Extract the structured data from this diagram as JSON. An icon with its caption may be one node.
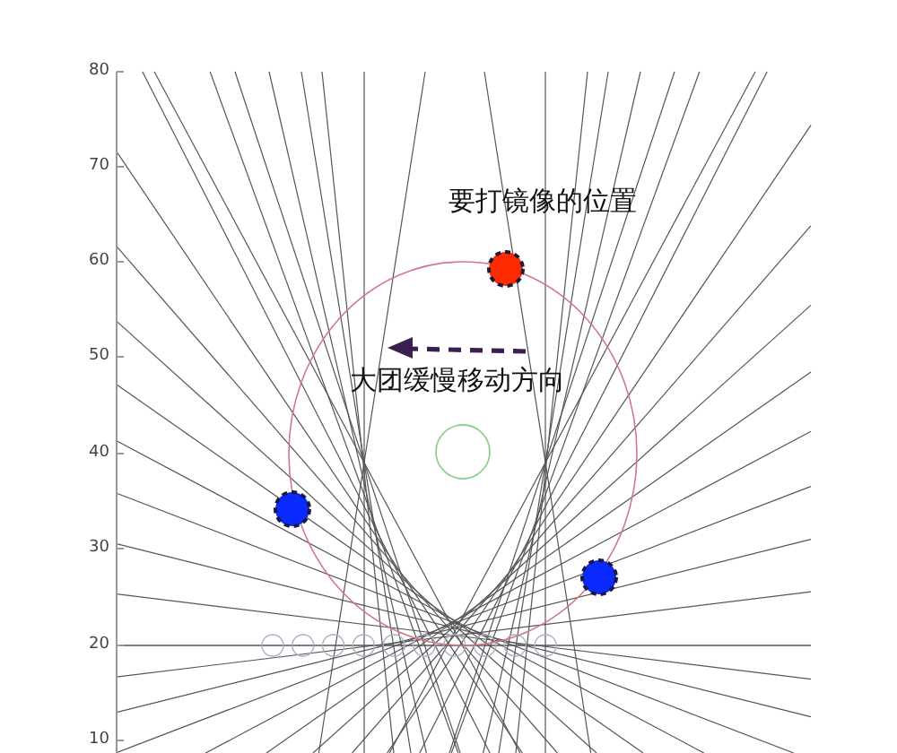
{
  "diagram": {
    "labels": [
      "80",
      "70",
      "要打镜像的位置",
      "60",
      "50",
      "大团缓慢移动方向",
      "40",
      "30",
      "20",
      "10"
    ]
  }
}
